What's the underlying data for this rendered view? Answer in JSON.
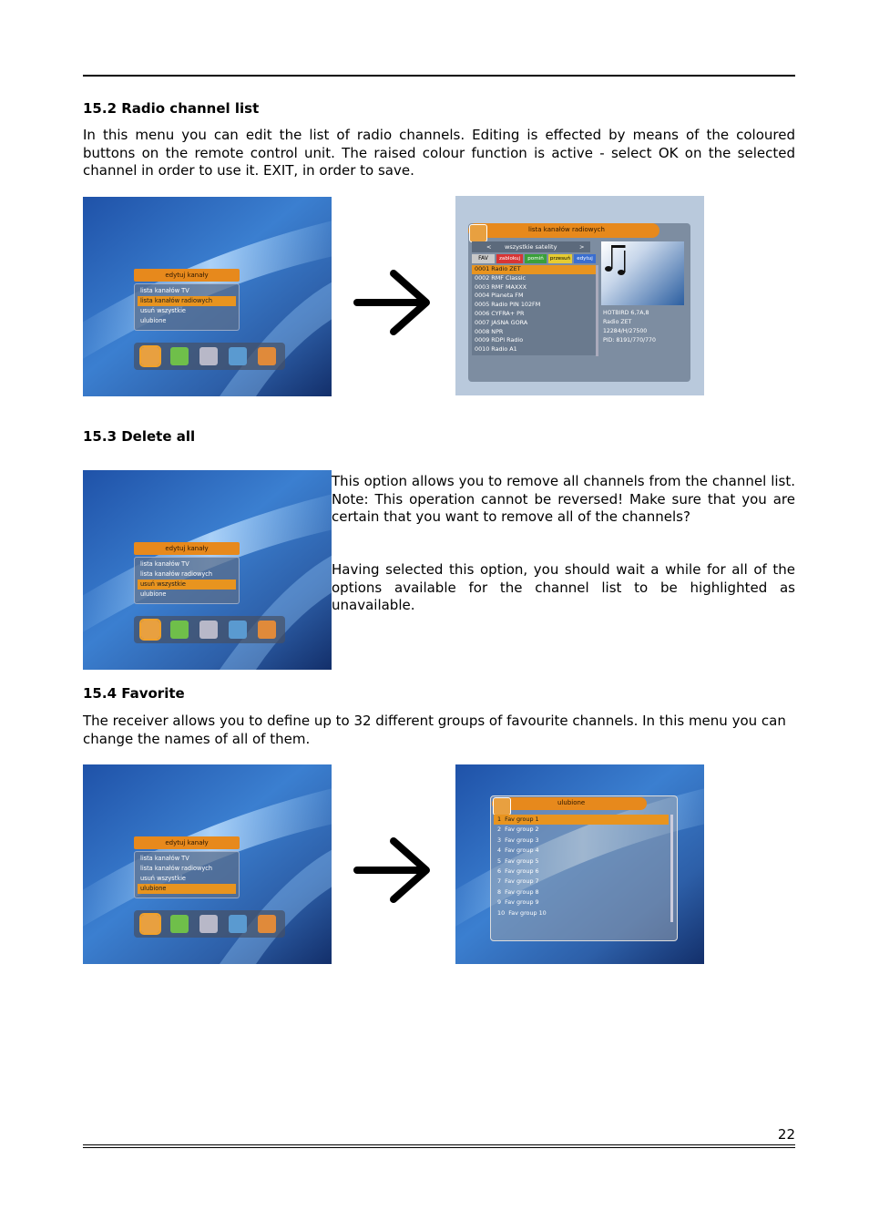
{
  "sections": {
    "radio": {
      "heading": "15.2 Radio channel list",
      "body": "In this menu you can edit the list of radio channels. Editing is effected by means of the coloured buttons on the remote control unit. The raised colour function is active - select OK on the selected channel in order to use it. EXIT, in order to save."
    },
    "delete": {
      "heading": "15.3 Delete all",
      "body1": "This option allows you to remove all channels from the channel list. Note: This operation cannot be reversed! Make sure that you are certain that you want to remove all of the channels?",
      "body2": "Having selected this option, you should wait a while for all of the options available for the channel list to be highlighted as unavailable."
    },
    "favorite": {
      "heading": "15.4 Favorite",
      "body": "The receiver allows you to define up to 32 different groups of favourite channels. In this menu you can change the names of all of them."
    }
  },
  "menu": {
    "title": "edytuj kanały",
    "items": [
      "lista kanałów TV",
      "lista kanałów radiowych",
      "usuń wszystkie",
      "ulubione"
    ]
  },
  "radio_screen": {
    "title": "lista kanałów radiowych",
    "satellite": "wszystkie satelity",
    "buttons": [
      "FAV",
      "zablokuj",
      "pomiń",
      "przesuń",
      "edytuj"
    ],
    "channels": [
      "0001 Radio ZET",
      "0002 RMF Classic",
      "0003 RMF MAXXX",
      "0004 Planeta FM",
      "0005 Radio PIN 102FM",
      "0006 CYFRA+ PR",
      "0007 JASNA GORA",
      "0008 NPR",
      "0009 RDPi Radio",
      "0010 Radio A1"
    ],
    "info": [
      "HOTBIRD 6,7A,8",
      "Radio ZET",
      "12284/H/27500",
      "PID: 8191/770/770"
    ]
  },
  "fav_screen": {
    "title": "ulubione",
    "groups": [
      "1  Fav group 1",
      "2  Fav group 2",
      "3  Fav group 3",
      "4  Fav group 4",
      "5  Fav group 5",
      "6  Fav group 6",
      "7  Fav group 7",
      "8  Fav group 8",
      "9  Fav group 9",
      "10  Fav group 10"
    ]
  },
  "page_number": "22",
  "colors": {
    "accent": "#e8941f",
    "panel": "#6b7d93"
  }
}
